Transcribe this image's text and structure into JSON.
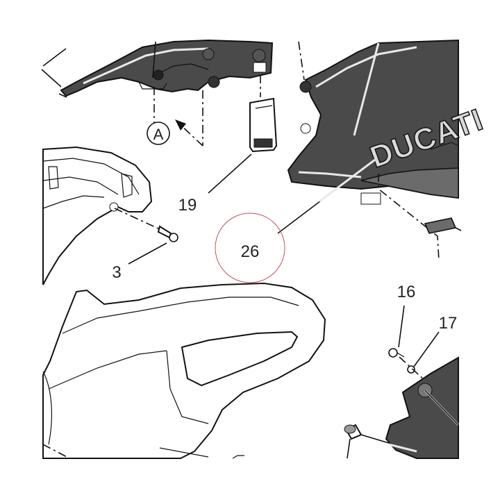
{
  "callouts": {
    "ref_a": "A",
    "p3": "3",
    "p16": "16",
    "p17": "17",
    "p19": "19",
    "p26": "26"
  },
  "branding": {
    "tank_logo": "DUCATI"
  },
  "colors": {
    "line": "#111111",
    "panel_dark": "#4a4a4a",
    "panel_mid": "#6b6b6b",
    "highlight_circle": "#c0505a",
    "background": "#ffffff"
  }
}
